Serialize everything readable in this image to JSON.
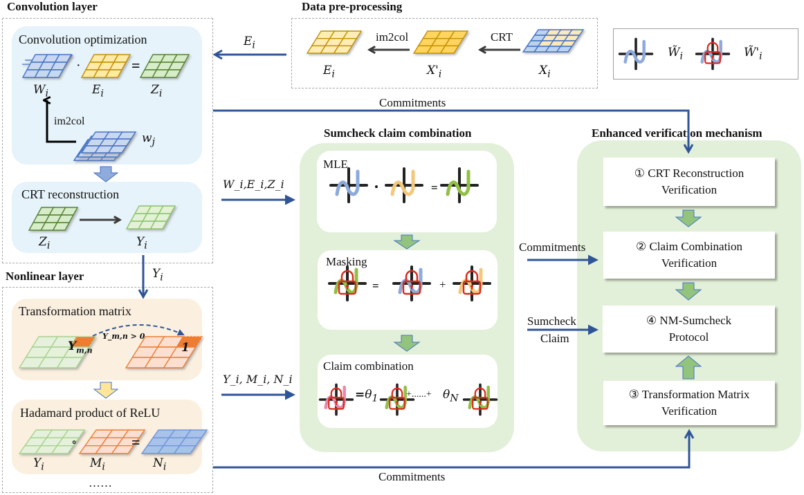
{
  "sections": {
    "convolution_layer": "Convolution layer",
    "data_preprocessing": "Data pre-processing",
    "nonlinear_layer": "Nonlinear layer",
    "sumcheck": "Sumcheck  claim  combination",
    "enhanced": "Enhanced verification mechanism"
  },
  "convolution": {
    "optimization_title": "Convolution optimization",
    "W": "W",
    "E": "E",
    "Z": "Z",
    "w_j": "w",
    "sub_i": "i",
    "sub_j": "j",
    "dot": "·",
    "equals": "=",
    "im2col": "im2col",
    "crt_title": "CRT reconstruction",
    "Y": "Y"
  },
  "preprocessing": {
    "E_label": "E",
    "Xp_label": "X'",
    "X_label": "X",
    "im2col": "im2col",
    "crt": "CRT"
  },
  "legend": {
    "w_tilde": "W̃",
    "w_prime_tilde": "W̃'",
    "sub": "i"
  },
  "nonlinear": {
    "transformation_title": "Transformation matrix",
    "ymn_label": "Y",
    "ymn_sub": "m,n",
    "condition": "Y_m,n > 0",
    "one": "1",
    "hadamard_title": "Hadamard product of ReLU",
    "Y": "Y",
    "M": "M",
    "N": "N",
    "circ": "∘",
    "equals": "=",
    "ellipsis": "……"
  },
  "arrows": {
    "E_i": "E",
    "Y_i": "Y",
    "commitments_top": "Commitments",
    "commitments_mid": "Commitments",
    "commitments_bottom": "Commitments",
    "wez": "W_i,E_i,Z_i",
    "ymn": "Y_i, M_i, N_i",
    "sumcheck_claim_1": "Sumcheck",
    "sumcheck_claim_2": "Claim"
  },
  "sumcheck": {
    "mle": "MLE",
    "masking": "Masking",
    "claim_combination": "Claim combination",
    "theta1": "θ",
    "thetaN": "θ",
    "theta1_sub": "1",
    "thetaN_sub": "N",
    "plus_dots": "+......+",
    "dot": "•",
    "equals": "=",
    "plus": "+"
  },
  "verification": {
    "items": [
      {
        "num": "①",
        "line1": "CRT Reconstruction",
        "line2": "Verification"
      },
      {
        "num": "②",
        "line1": "Claim  Combination",
        "line2": "Verification"
      },
      {
        "num": "④",
        "line1": "NM-Sumcheck",
        "line2": "Protocol"
      },
      {
        "num": "③",
        "line1": "Transformation Matrix",
        "line2": "Verification"
      }
    ]
  },
  "colors": {
    "arrow_blue": "#2f5597",
    "matrix_blue": "#4472c4",
    "matrix_yellow": "#bf9000",
    "matrix_green": "#548235",
    "matrix_orange": "#ed7d31",
    "curve_blue": "#8eaadb",
    "curve_orange": "#f4c77c",
    "curve_green": "#92c046",
    "curve_pink": "#e88ab0",
    "lock_red": "#d92b1c",
    "block_arrow_green": "#93c47d"
  }
}
